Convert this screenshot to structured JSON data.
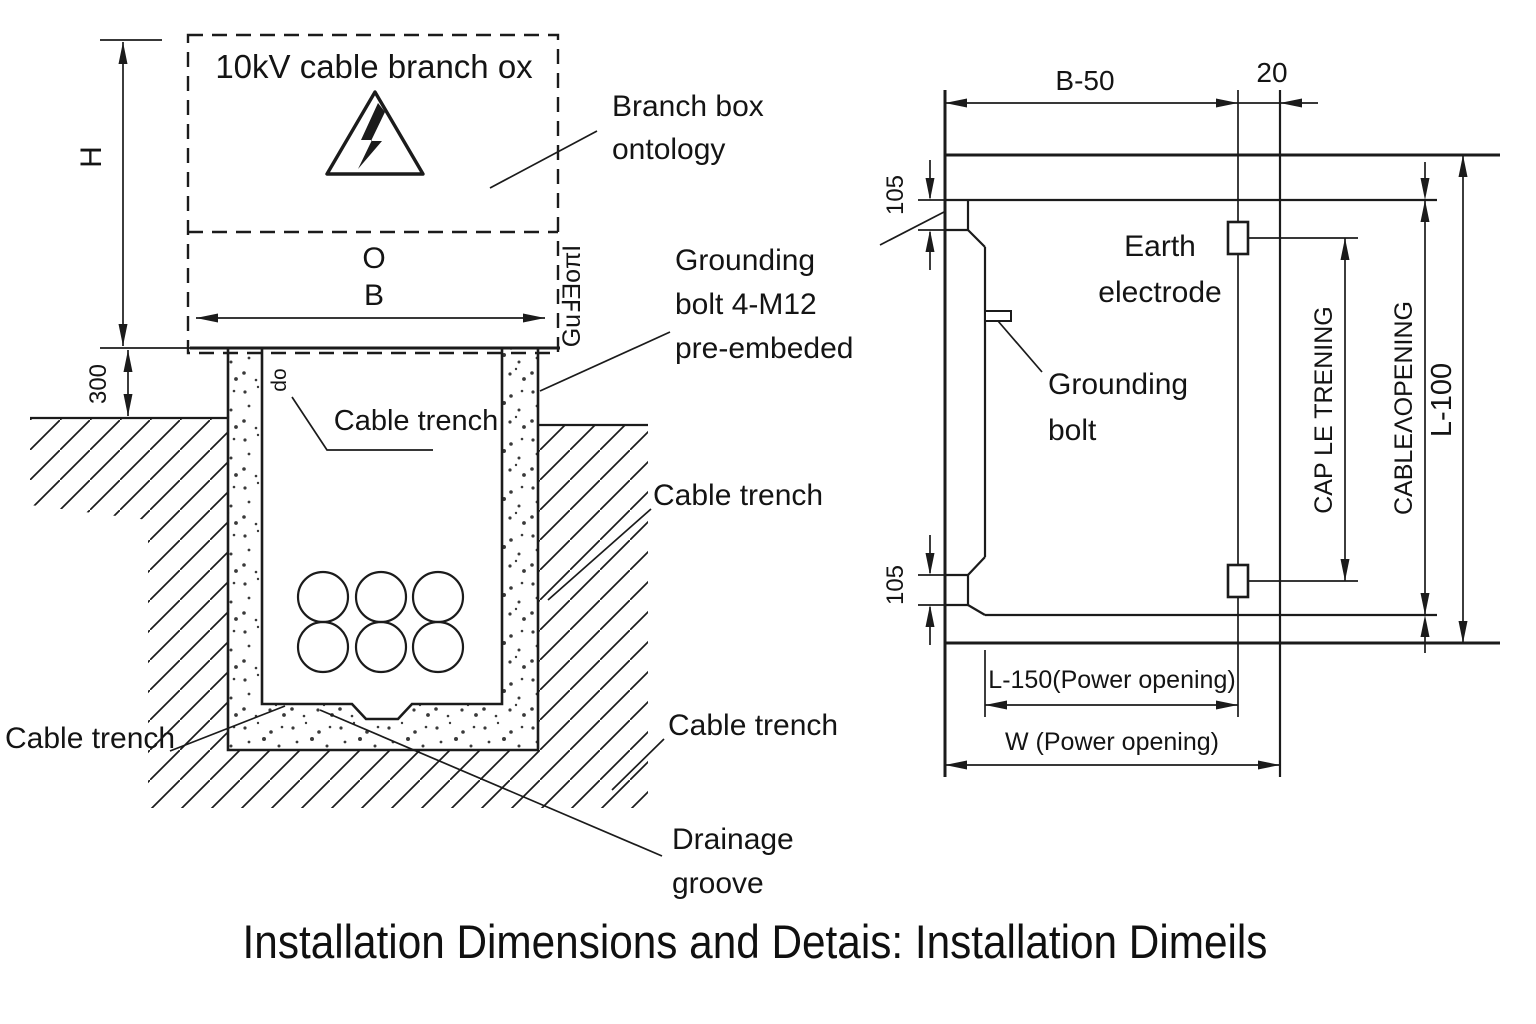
{
  "title": "Installation Dimensions and Detais:  Installation Dimeils",
  "left": {
    "box_label": "10kV cable branch ox",
    "dim_h": "H",
    "dim_300": "300",
    "letter_o": "O",
    "dim_b": "B",
    "side_note": "GuℲƎoπI",
    "duct_note": "do",
    "trench_inner": "Cable trench",
    "branch_box": [
      "Branch box",
      "ontology"
    ],
    "grounding_note": [
      "Grounding",
      "bolt 4-M12",
      "pre-embeded"
    ],
    "cable_trench_right": "Cable trench",
    "cable_trench_lower": "Cable trench",
    "cable_trench_left": "Cable trench",
    "drainage": [
      "Drainage",
      "groove"
    ]
  },
  "right": {
    "dim_b50": "B-50",
    "dim_20": "20",
    "dim_105_top": "105",
    "dim_105_bottom": "105",
    "earth_electrode": [
      "Earth",
      "electrode"
    ],
    "grounding_bolt": [
      "Grounding",
      "bolt"
    ],
    "dim_cable_trening": "CAP LE TRENING",
    "dim_cable_opening": "CABLEΛOPENING",
    "dim_l100": "L-100",
    "dim_l150": "L-150(Power opening)",
    "dim_w": "W (Power opening)"
  },
  "colors": {
    "line": "#1b1b1b",
    "background": "#ffffff"
  }
}
